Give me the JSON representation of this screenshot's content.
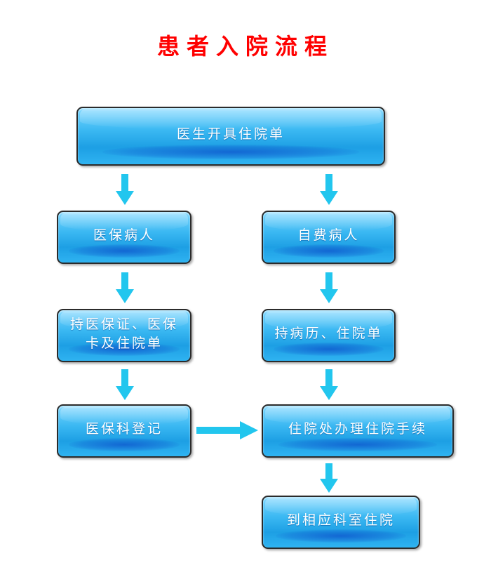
{
  "title": "患者入院流程",
  "colors": {
    "title": "#ff0000",
    "arrow": "#22c6ee",
    "node_text": "#ffffff"
  },
  "nodes": {
    "doctor_order": "医生开具住院单",
    "insured_patient": "医保病人",
    "self_pay_patient": "自费病人",
    "insured_documents": "持医保证、医保卡及住院单",
    "self_pay_documents": "持病历、住院单",
    "insurance_registration": "医保科登记",
    "admission_office": "住院处办理住院手续",
    "go_to_department": "到相应科室住院"
  }
}
